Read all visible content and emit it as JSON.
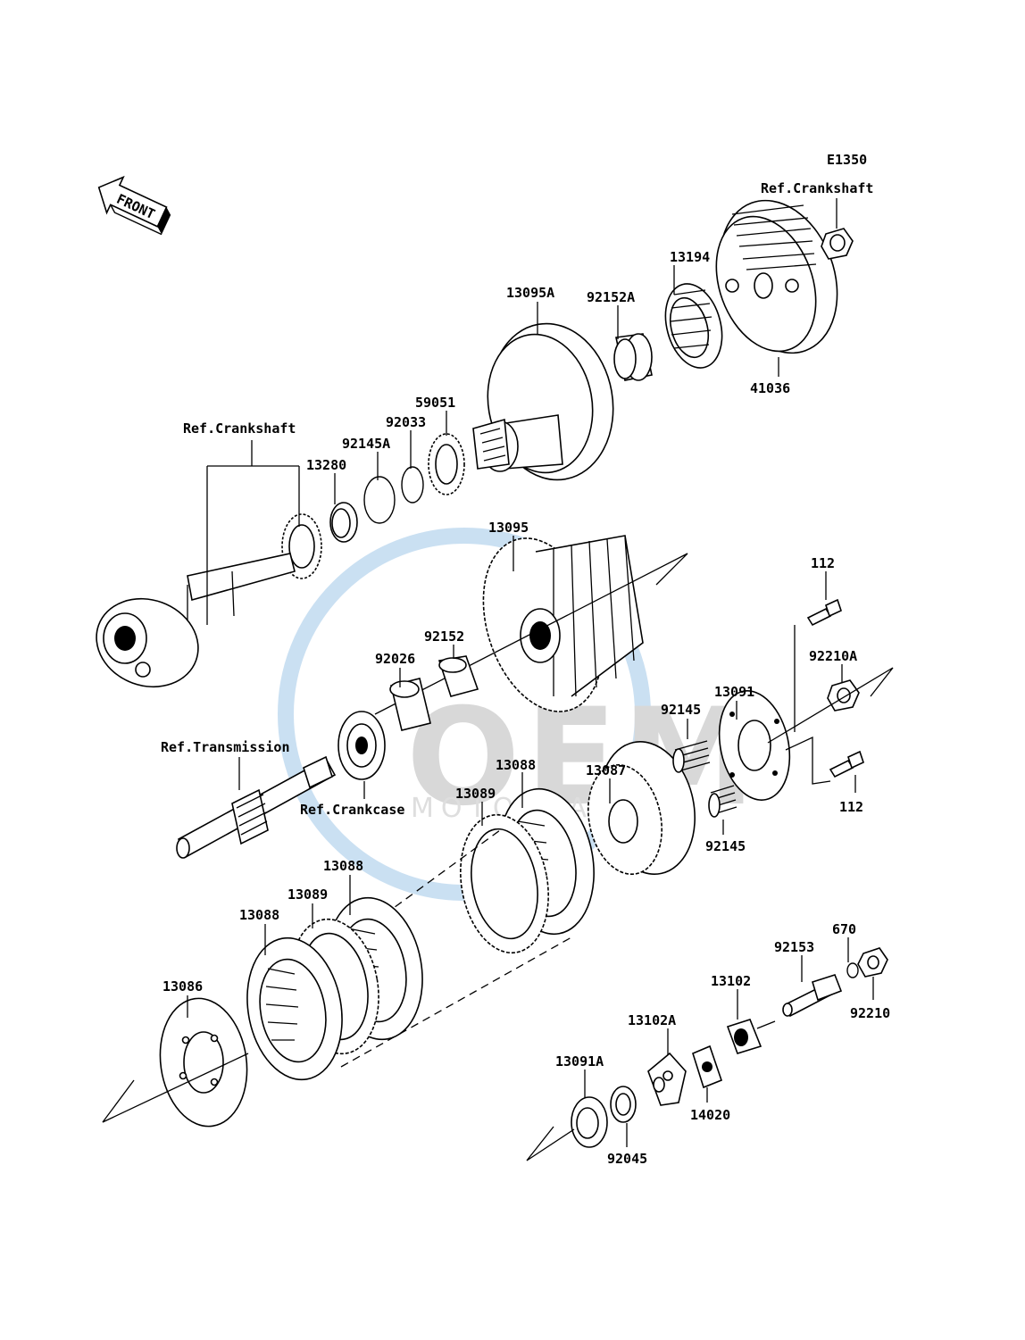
{
  "diagram_code": "E1350",
  "front_label": "FRONT",
  "watermark": {
    "brand": "OEM",
    "sub": "MOTORPARTS",
    "color": "#9fc7e8"
  },
  "labels": {
    "ref_crankshaft_top": "Ref.Crankshaft",
    "ref_crankshaft_left": "Ref.Crankshaft",
    "ref_transmission": "Ref.Transmission",
    "ref_crankcase": "Ref.Crankcase",
    "p13194": "13194",
    "p92152a": "92152A",
    "p13095a": "13095A",
    "p41036": "41036",
    "p59051": "59051",
    "p92033": "92033",
    "p92145a": "92145A",
    "p13280": "13280",
    "p13095": "13095",
    "p112_top": "112",
    "p92210a": "92210A",
    "p92152": "92152",
    "p13091": "13091",
    "p92026": "92026",
    "p92145_top": "92145",
    "p13087": "13087",
    "p13088_mid": "13088",
    "p13089_mid": "13089",
    "p112_bot": "112",
    "p92145_bot": "92145",
    "p13088_left_top": "13088",
    "p13089_left": "13089",
    "p13088_left": "13088",
    "p13086": "13086",
    "p670": "670",
    "p92153": "92153",
    "p13102": "13102",
    "p92210": "92210",
    "p13102a": "13102A",
    "p13091a": "13091A",
    "p14020": "14020",
    "p92045": "92045"
  }
}
